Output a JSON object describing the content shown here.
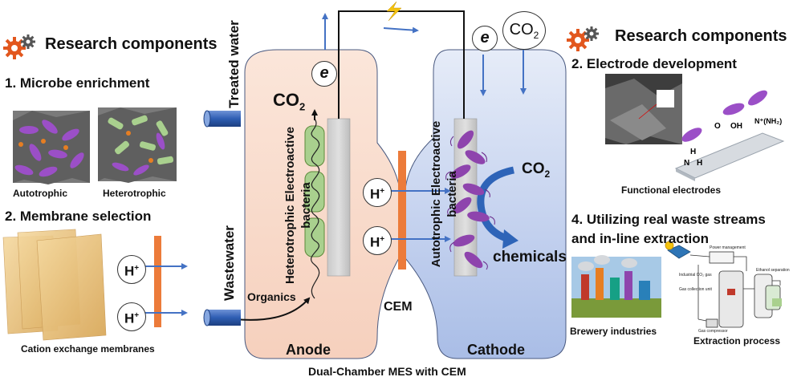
{
  "left": {
    "heading": "Research components",
    "step1": "1. Microbe enrichment",
    "autotrophic": "Autotrophic",
    "heterotrophic": "Heterotrophic",
    "step2": "2. Membrane selection",
    "proton": "H",
    "cation_label": "Cation exchange membranes"
  },
  "right": {
    "heading": "Research components",
    "step2": "2. Electrode development",
    "functional": "Functional electrodes",
    "step4_line1": "4. Utilizing real waste streams",
    "step4_line2": "and in-line extraction",
    "brewery": "Brewery industries",
    "extraction": "Extraction process"
  },
  "mes": {
    "treated_water": "Treated water",
    "wastewater": "Wastewater",
    "electron": "e",
    "co2": "CO",
    "co2_sub": "2",
    "hetero_line1": "Heterotrophic Electroactive",
    "hetero_line2": "bacteria",
    "auto_line1": "Autotrophic Electroactive",
    "auto_line2": "bacteria",
    "organics": "Organics",
    "proton": "H",
    "proton_sup": "+",
    "chemicals": "chemicals",
    "cem": "CEM",
    "anode": "Anode",
    "cathode": "Cathode",
    "caption": "Dual-Chamber MES with CEM"
  },
  "process_tiny": {
    "power": "Power management",
    "gas_collection": "Gas collection unit",
    "industrial": "Industrial CO₂ gas",
    "ethanol": "Ethanol separation",
    "compressor": "Gas compressor"
  },
  "colors": {
    "anode_fill": "#f9dccb",
    "cathode_fill": "#c6d3ef",
    "cem": "#ec7b3a",
    "arrow": "#4472c4",
    "bacteria_green": "#a9d08e",
    "bacteria_purple": "#8e44ad"
  }
}
